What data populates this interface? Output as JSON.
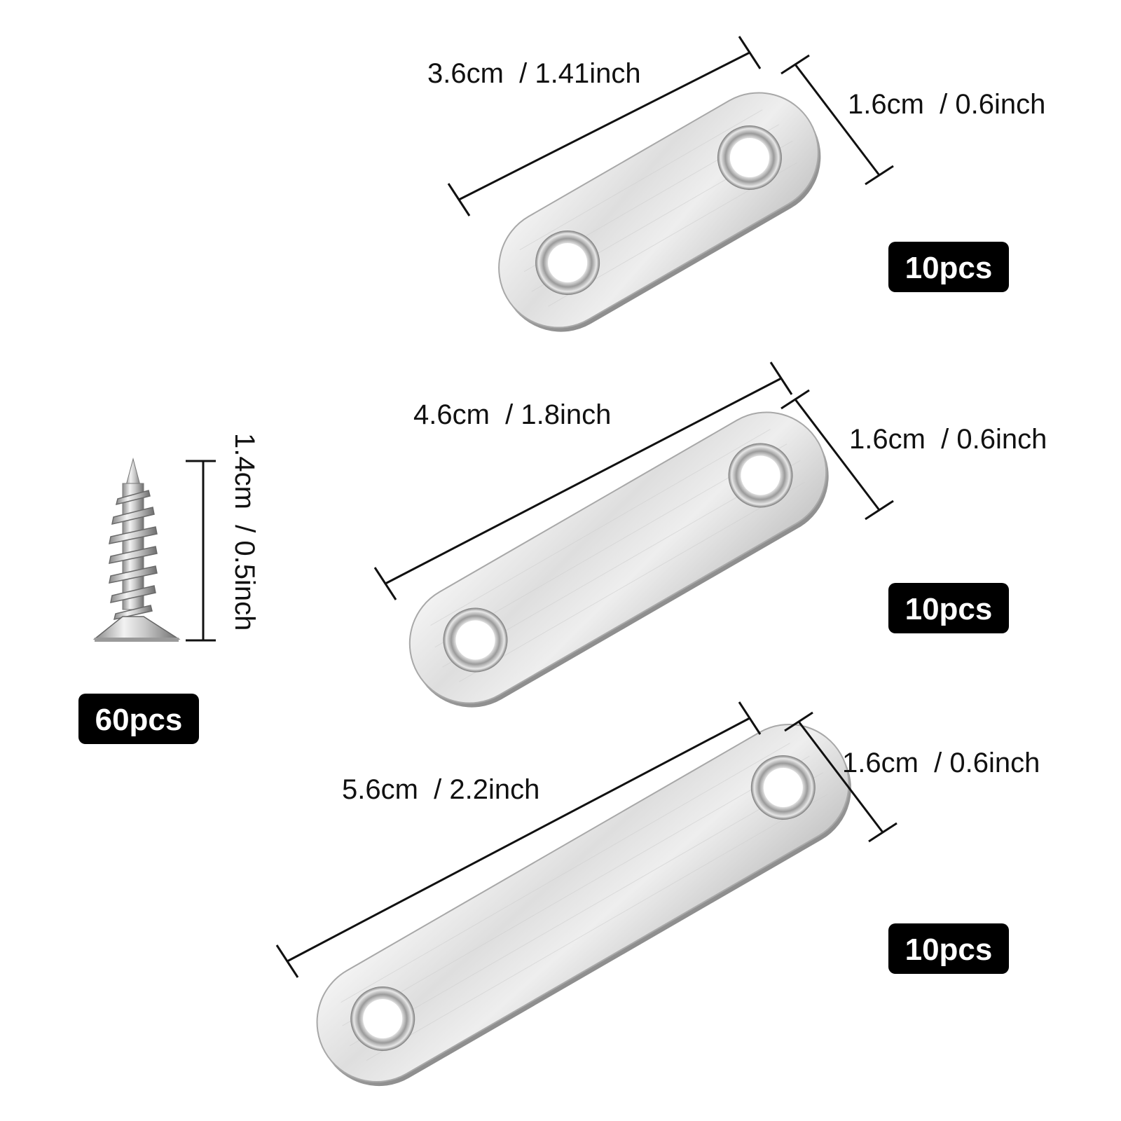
{
  "colors": {
    "badge_background": "#000000",
    "badge_text": "#ffffff",
    "dimension_lines": "#111111",
    "steel_light": "#f4f4f4",
    "steel_mid": "#d2d2d2",
    "steel_dark": "#9c9c9c"
  },
  "plates": [
    {
      "length_label": "3.6cm  / 1.41inch",
      "width_label": "1.6cm  / 0.6inch",
      "quantity": "10pcs"
    },
    {
      "length_label": "4.6cm  / 1.8inch",
      "width_label": "1.6cm  / 0.6inch",
      "quantity": "10pcs"
    },
    {
      "length_label": "5.6cm  / 2.2inch",
      "width_label": "1.6cm  / 0.6inch",
      "quantity": "10pcs"
    }
  ],
  "screw": {
    "length_label": "1.4cm  / 0.5inch",
    "quantity": "60pcs"
  }
}
